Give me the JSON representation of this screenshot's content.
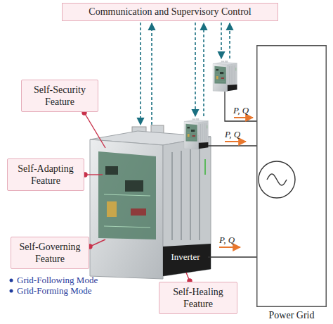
{
  "diagram": {
    "nodes": [
      {
        "text": [
          "Communication and Supervisory Control"
        ]
      },
      {
        "text": [
          "Self-Security Feature"
        ]
      },
      {
        "text": [
          "Self-Adapting Feature"
        ]
      },
      {
        "text": [
          "Self-Governing Feature"
        ]
      },
      {
        "text": [
          "Inverter"
        ]
      },
      {
        "text": [
          "Self-Healing Feature"
        ]
      },
      {
        "text": [
          "Power Grid"
        ]
      }
    ],
    "edges": [
      {
        "from": 4,
        "to": 6,
        "arrow": "none"
      }
    ],
    "labels": [
      "P, Q",
      "P, Q",
      "P, Q",
      "Grid-Following Mode",
      "Grid-Forming Mode"
    ]
  }
}
